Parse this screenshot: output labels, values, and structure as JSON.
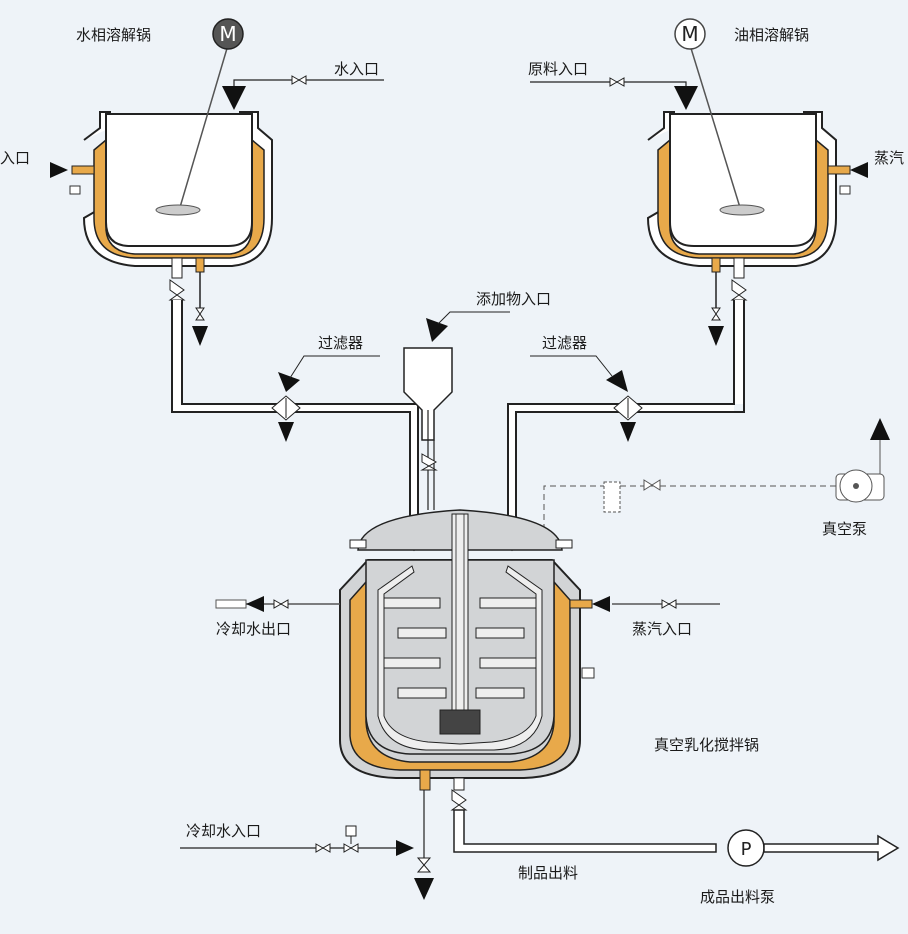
{
  "labels": {
    "water_tank": "水相溶解锅",
    "oil_tank": "油相溶解锅",
    "water_inlet": "水入口",
    "raw_material_inlet": "原料入口",
    "left_side_inlet": "入口",
    "right_side_steam": "蒸汽",
    "additive_inlet": "添加物入口",
    "filter_left": "过滤器",
    "filter_right": "过滤器",
    "vacuum_pump": "真空泵",
    "cooling_water_outlet": "冷却水出口",
    "steam_inlet": "蒸汽入口",
    "main_vessel": "真空乳化搅拌锅",
    "cooling_water_inlet": "冷却水入口",
    "product_discharge": "制品出料",
    "product_pump": "成品出料泵"
  },
  "symbols": {
    "motor_left": "M",
    "motor_right": "M",
    "pump": "P"
  },
  "colors": {
    "background": "#eef3f8",
    "jacket": "#e8a94a",
    "vessel_fill": "#d2d4d6",
    "line": "#222222",
    "tank_fill": "#ffffff"
  }
}
